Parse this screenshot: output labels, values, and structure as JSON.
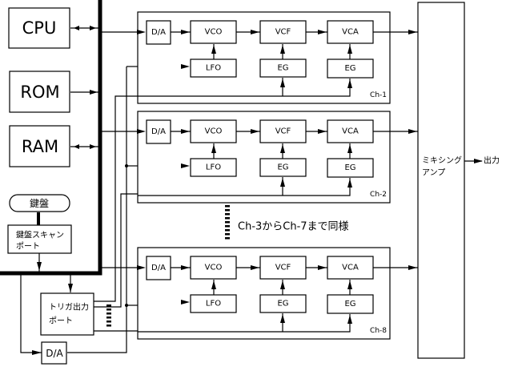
{
  "diagram": {
    "left": {
      "cpu": "CPU",
      "rom": "ROM",
      "ram": "RAM",
      "keyboard": "鍵盤",
      "keyboard_scan_port_line1": "鍵盤スキャン",
      "keyboard_scan_port_line2": "ポート",
      "trigger_port_line1": "トリガ出力",
      "trigger_port_line2": "ポート",
      "bottom_da": "D/A"
    },
    "channels": [
      {
        "id": "Ch-1",
        "da": "D/A",
        "vco": "VCO",
        "vcf": "VCF",
        "vca": "VCA",
        "lfo": "LFO",
        "eg1": "EG",
        "eg2": "EG"
      },
      {
        "id": "Ch-2",
        "da": "D/A",
        "vco": "VCO",
        "vcf": "VCF",
        "vca": "VCA",
        "lfo": "LFO",
        "eg1": "EG",
        "eg2": "EG"
      },
      {
        "id": "Ch-8",
        "da": "D/A",
        "vco": "VCO",
        "vcf": "VCF",
        "vca": "VCA",
        "lfo": "LFO",
        "eg1": "EG",
        "eg2": "EG"
      }
    ],
    "ellipsis_note": "Ch-3からCh-7まで同様",
    "mixer_line1": "ミキシング",
    "mixer_line2": "アンプ",
    "output": "出力"
  }
}
